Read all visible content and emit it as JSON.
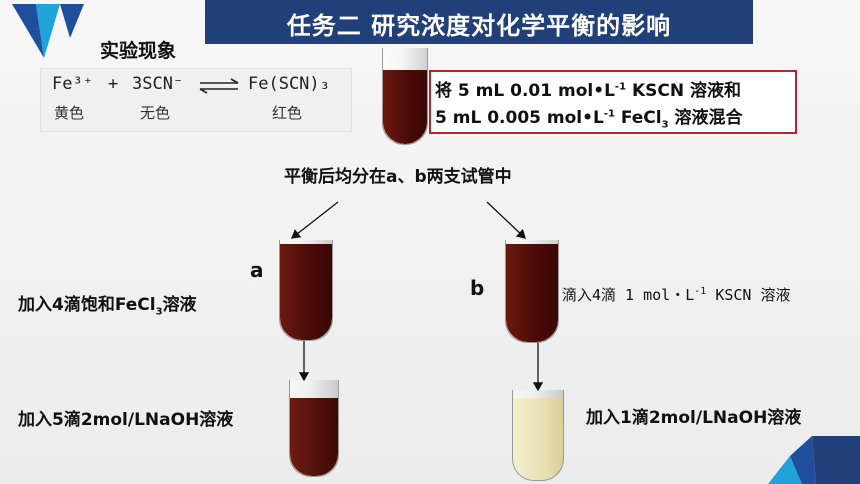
{
  "header": {
    "title": "任务二  研究浓度对化学平衡的影响"
  },
  "section_label": "实验现象",
  "equation": {
    "species": [
      "Fe³⁺",
      "3SCN⁻",
      "Fe(SCN)₃"
    ],
    "plus": "+",
    "colors": [
      "黄色",
      "无色",
      "红色"
    ]
  },
  "mix_box": {
    "line1_pre": "将 5 mL 0.01 mol•L",
    "line1_sup": "-1",
    "line1_post": " KSCN 溶液和",
    "line2_pre": "5 mL 0.005 mol•L",
    "line2_sup": "-1",
    "line2_mid": " FeCl",
    "line2_sub": "3",
    "line2_post": " 溶液混合"
  },
  "split_text": "平衡后均分在a、b两支试管中",
  "tube_a": {
    "letter": "a",
    "step1_pre": "加入4滴饱和FeCl",
    "step1_sub": "3",
    "step1_post": "溶液",
    "step2": "加入5滴2mol/LNaOH溶液"
  },
  "tube_b": {
    "letter": "b",
    "step1_pre": "滴入4滴 1 mol・L",
    "step1_sup": "-1",
    "step1_post": " KSCN 溶液",
    "step2": "加入1滴2mol/LNaOH溶液"
  },
  "colors": {
    "title_bg": "#21407a",
    "dark_red": "#5a0c0c",
    "pale_yellow": "#efe8c0",
    "logo_blue": "#1f4f9c",
    "logo_cyan": "#1fa3d8",
    "box_red": "#c02030"
  }
}
